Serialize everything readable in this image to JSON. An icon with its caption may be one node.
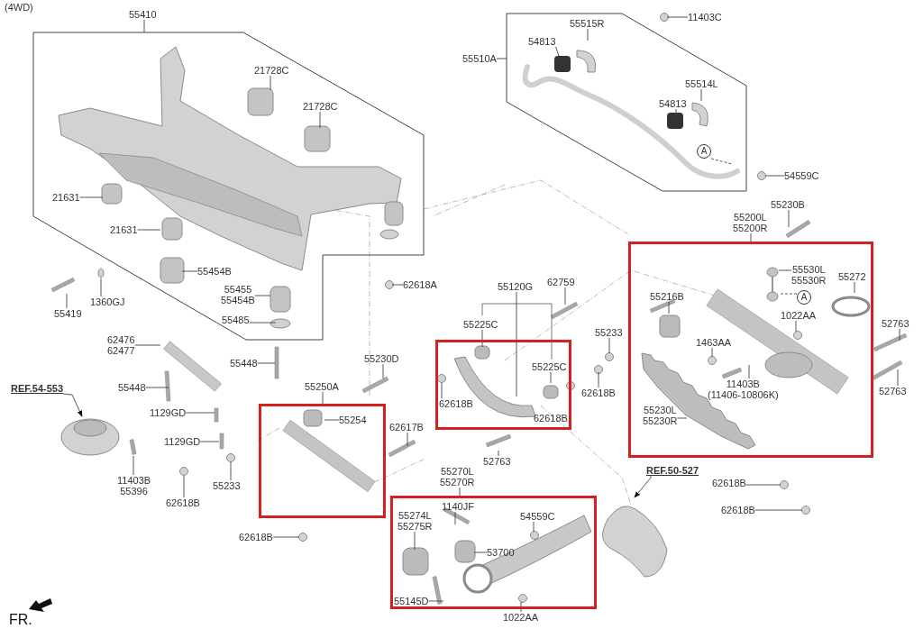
{
  "diagram": {
    "nodes": [
      {
        "text": [],
        "shape": "box"
      },
      {
        "text": [
          "55410"
        ]
      },
      {
        "text": [
          "21728C"
        ],
        "in": 0
      },
      {
        "text": [
          "21728C"
        ],
        "in": 0
      },
      {
        "text": [
          "21631"
        ],
        "in": 0
      },
      {
        "text": [
          "21631"
        ],
        "in": 0
      },
      {
        "text": [
          "55454B"
        ],
        "in": 0
      },
      {
        "text": [
          "55455",
          "55454B"
        ],
        "in": 0
      },
      {
        "text": [
          "55485"
        ],
        "in": 0
      },
      {
        "text": [],
        "shape": "box"
      },
      {
        "text": [
          "55510A"
        ]
      },
      {
        "text": [
          "55515R"
        ],
        "in": 9
      },
      {
        "text": [
          "54813"
        ],
        "in": 9
      },
      {
        "text": [
          "55514L"
        ],
        "in": 9
      },
      {
        "text": [
          "54813"
        ],
        "in": 9
      },
      {
        "text": [
          "A"
        ],
        "in": 9
      },
      {
        "text": [
          "11403C"
        ]
      },
      {
        "text": [
          "54559C"
        ]
      },
      {
        "text": [
          "62618A"
        ]
      },
      {
        "text": [
          "1360GJ"
        ]
      },
      {
        "text": [
          "55419"
        ]
      },
      {
        "text": [
          "62476",
          "62477"
        ]
      },
      {
        "text": [
          "55448"
        ]
      },
      {
        "text": [
          "55448"
        ]
      },
      {
        "text": [
          "1129GD"
        ]
      },
      {
        "text": [
          "1129GD"
        ]
      },
      {
        "text": [
          "REF.54-553"
        ]
      },
      {
        "text": [
          "11403B",
          "55396"
        ]
      },
      {
        "text": [],
        "shape": "box"
      },
      {
        "text": [
          "55250A"
        ]
      },
      {
        "text": [
          "55254"
        ],
        "in": 28
      },
      {
        "text": [
          "55230D"
        ]
      },
      {
        "text": [
          "62617B"
        ]
      },
      {
        "text": [
          "55233"
        ]
      },
      {
        "text": [
          "62618B"
        ]
      },
      {
        "text": [
          "62618B"
        ]
      },
      {
        "text": [],
        "shape": "box"
      },
      {
        "text": [
          "55120G"
        ]
      },
      {
        "text": [
          "62759"
        ]
      },
      {
        "text": [
          "55225C"
        ]
      },
      {
        "text": [
          "55225C"
        ],
        "in": 36
      },
      {
        "text": [
          "62618B"
        ],
        "in": 36
      },
      {
        "text": [
          "62618B"
        ],
        "in": 36
      },
      {
        "text": [
          "52763"
        ]
      },
      {
        "text": [
          "55233"
        ]
      },
      {
        "text": [
          "62618B"
        ]
      },
      {
        "text": [],
        "shape": "box"
      },
      {
        "text": [
          "55200L",
          "55200R"
        ]
      },
      {
        "text": [
          "55230B"
        ]
      },
      {
        "text": [
          "55216B"
        ],
        "in": 46
      },
      {
        "text": [
          "55530L",
          "55530R"
        ],
        "in": 46
      },
      {
        "text": [
          "55272"
        ],
        "in": 46
      },
      {
        "text": [
          "A"
        ],
        "in": 46
      },
      {
        "text": [
          "1022AA"
        ],
        "in": 46
      },
      {
        "text": [
          "1463AA"
        ],
        "in": 46
      },
      {
        "text": [
          "11403B",
          "(11406-10806K)"
        ],
        "in": 46
      },
      {
        "text": [
          "55230L",
          "55230R"
        ],
        "in": 46
      },
      {
        "text": [
          "52763"
        ]
      },
      {
        "text": [
          "52763"
        ]
      },
      {
        "text": [
          "62618B"
        ]
      },
      {
        "text": [
          "62618B"
        ]
      },
      {
        "text": [
          "REF.50-527"
        ]
      },
      {
        "text": [],
        "shape": "box"
      },
      {
        "text": [
          "55270L",
          "55270R"
        ]
      },
      {
        "text": [
          "55274L",
          "55275R"
        ],
        "in": 62
      },
      {
        "text": [
          "1140JF"
        ],
        "in": 62
      },
      {
        "text": [
          "54559C"
        ],
        "in": 62
      },
      {
        "text": [
          "53700"
        ],
        "in": 62
      },
      {
        "text": [
          "55145D"
        ],
        "in": 62
      },
      {
        "text": [
          "1022AA"
        ]
      },
      {
        "text": [],
        "shape": "picture",
        "in": 46
      }
    ],
    "edges": [
      {
        "from": 1,
        "to": 0,
        "arrow": "none"
      },
      {
        "from": 2,
        "to": null,
        "arrow": "none"
      },
      {
        "from": 3,
        "to": null,
        "arrow": "none"
      },
      {
        "from": 4,
        "to": null,
        "arrow": "none"
      },
      {
        "from": 5,
        "to": null,
        "arrow": "none"
      },
      {
        "from": 6,
        "to": null,
        "arrow": "none"
      },
      {
        "from": 7,
        "to": null,
        "arrow": "none"
      },
      {
        "from": 8,
        "to": null,
        "arrow": "none"
      },
      {
        "from": 10,
        "to": 9,
        "arrow": "none"
      },
      {
        "from": 11,
        "to": null,
        "arrow": "none"
      },
      {
        "from": 12,
        "to": null,
        "arrow": "none"
      },
      {
        "from": 13,
        "to": null,
        "arrow": "none"
      },
      {
        "from": 14,
        "to": null,
        "arrow": "none"
      },
      {
        "from": 15,
        "to": null,
        "arrow": "none",
        "style": "dashed"
      },
      {
        "from": 16,
        "to": null,
        "arrow": "none"
      },
      {
        "from": 17,
        "to": null,
        "arrow": "none"
      },
      {
        "from": 18,
        "to": null,
        "arrow": "none"
      },
      {
        "from": 19,
        "to": null,
        "arrow": "none"
      },
      {
        "from": 20,
        "to": null,
        "arrow": "none"
      },
      {
        "from": 21,
        "to": null,
        "arrow": "none"
      },
      {
        "from": 22,
        "to": null,
        "arrow": "none"
      },
      {
        "from": 23,
        "to": null,
        "arrow": "none"
      },
      {
        "from": 24,
        "to": null,
        "arrow": "none"
      },
      {
        "from": 25,
        "to": null,
        "arrow": "none"
      },
      {
        "from": 26,
        "to": null,
        "arrow": "to"
      },
      {
        "from": 27,
        "to": null,
        "arrow": "none"
      },
      {
        "from": 29,
        "to": 28,
        "arrow": "none"
      },
      {
        "from": 30,
        "to": null,
        "arrow": "none"
      },
      {
        "from": 31,
        "to": null,
        "arrow": "none"
      },
      {
        "from": 32,
        "to": null,
        "arrow": "none"
      },
      {
        "from": 33,
        "to": null,
        "arrow": "none"
      },
      {
        "from": 34,
        "to": null,
        "arrow": "none"
      },
      {
        "from": 35,
        "to": null,
        "arrow": "none"
      },
      {
        "from": 37,
        "to": null,
        "arrow": "none"
      },
      {
        "from": 38,
        "to": null,
        "arrow": "none"
      },
      {
        "from": 39,
        "to": null,
        "arrow": "none"
      },
      {
        "from": 40,
        "to": null,
        "arrow": "none"
      },
      {
        "from": 41,
        "to": null,
        "arrow": "none"
      },
      {
        "from": 43,
        "to": null,
        "arrow": "none"
      },
      {
        "from": 44,
        "to": null,
        "arrow": "none"
      },
      {
        "from": 45,
        "to": null,
        "arrow": "none"
      },
      {
        "from": 47,
        "to": 46,
        "arrow": "none"
      },
      {
        "from": 48,
        "to": null,
        "arrow": "none"
      },
      {
        "from": 49,
        "to": null,
        "arrow": "none"
      },
      {
        "from": 50,
        "to": 70,
        "arrow": "none"
      },
      {
        "from": 51,
        "to": null,
        "arrow": "none"
      },
      {
        "from": 52,
        "to": 70,
        "arrow": "none",
        "style": "dashed"
      },
      {
        "from": 53,
        "to": null,
        "arrow": "none"
      },
      {
        "from": 54,
        "to": null,
        "arrow": "none"
      },
      {
        "from": 55,
        "to": null,
        "arrow": "none"
      },
      {
        "from": 56,
        "to": null,
        "arrow": "none"
      },
      {
        "from": 57,
        "to": null,
        "arrow": "none"
      },
      {
        "from": 58,
        "to": null,
        "arrow": "none"
      },
      {
        "from": 59,
        "to": null,
        "arrow": "none"
      },
      {
        "from": 60,
        "to": null,
        "arrow": "none"
      },
      {
        "from": 61,
        "to": null,
        "arrow": "to"
      },
      {
        "from": 63,
        "to": 62,
        "arrow": "none"
      },
      {
        "from": 64,
        "to": null,
        "arrow": "none"
      },
      {
        "from": 65,
        "to": null,
        "arrow": "none"
      },
      {
        "from": 66,
        "to": null,
        "arrow": "none"
      },
      {
        "from": 67,
        "to": null,
        "arrow": "none"
      },
      {
        "from": 68,
        "to": null,
        "arrow": "none"
      },
      {
        "from": 69,
        "to": null,
        "arrow": "none"
      }
    ],
    "labels": [
      "(4WD)",
      "FR."
    ]
  }
}
